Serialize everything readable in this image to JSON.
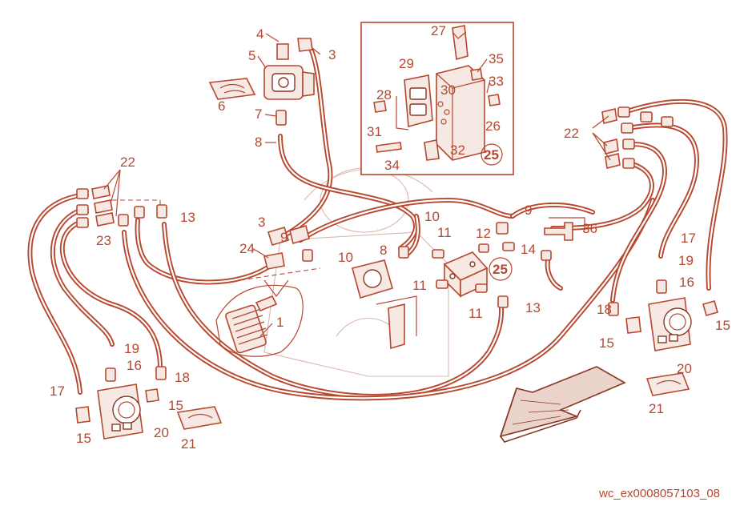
{
  "diagram": {
    "type": "hydraulic-parts-diagram",
    "colors": {
      "line": "#b7472f",
      "fill": "#f6e9e4",
      "background": "#ffffff"
    },
    "reference_code": "wc_ex0008057103_08",
    "inset_label": "25",
    "callouts": {
      "c1": "1",
      "c3a": "3",
      "c3b": "3",
      "c4": "4",
      "c5": "5",
      "c6": "6",
      "c7": "7",
      "c8a": "8",
      "c8b": "8",
      "c9a": "9",
      "c9b": "9",
      "c10a": "10",
      "c10b": "10",
      "c11a": "11",
      "c11b": "11",
      "c11c": "11",
      "c12": "12",
      "c13a": "13",
      "c13b": "13",
      "c14": "14",
      "c15a": "15",
      "c15b": "15",
      "c15c": "15",
      "c15d": "15",
      "c16a": "16",
      "c16b": "16",
      "c17a": "17",
      "c17b": "17",
      "c18a": "18",
      "c18b": "18",
      "c19a": "19",
      "c19b": "19",
      "c20a": "20",
      "c20b": "20",
      "c21a": "21",
      "c21b": "21",
      "c22a": "22",
      "c22b": "22",
      "c23": "23",
      "c24": "24",
      "c25": "25",
      "c26": "26",
      "c27": "27",
      "c28": "28",
      "c29": "29",
      "c30": "30",
      "c31": "31",
      "c32": "32",
      "c33": "33",
      "c34": "34",
      "c35": "35",
      "c36": "36"
    }
  }
}
